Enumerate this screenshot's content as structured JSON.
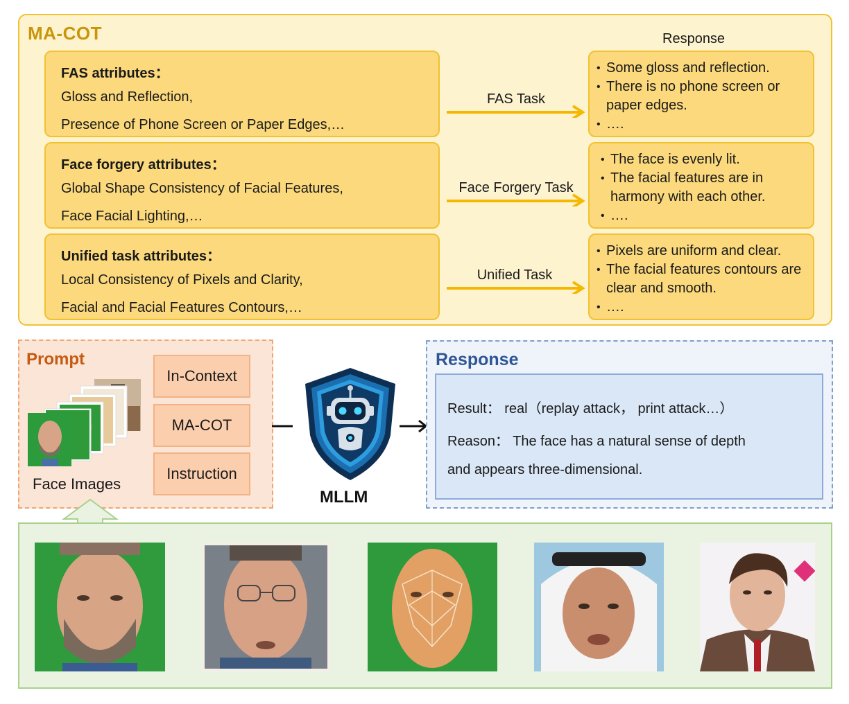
{
  "macot": {
    "title": "MA-COT",
    "response_header": "Response",
    "rows": [
      {
        "attr_title": "FAS attributes：",
        "attr_lines": [
          "Gloss and Reflection,",
          "Presence of Phone Screen or Paper Edges,…"
        ],
        "task": "FAS Task",
        "response_items": [
          "Some gloss and reflection.",
          "There is no phone screen or paper edges.",
          "…."
        ]
      },
      {
        "attr_title": "Face forgery attributes：",
        "attr_lines": [
          "Global Shape Consistency of Facial Features,",
          "Face Facial Lighting,…"
        ],
        "task": "Face Forgery Task",
        "response_items": [
          "The face is evenly lit.",
          "The facial features are in harmony with each other.",
          "…."
        ]
      },
      {
        "attr_title": "Unified task attributes：",
        "attr_lines": [
          "Local Consistency of Pixels and Clarity,",
          "Facial and Facial Features Contours,…"
        ],
        "task": "Unified Task",
        "response_items": [
          "Pixels are uniform  and clear.",
          "The facial features contours are clear and smooth.",
          "…."
        ]
      }
    ]
  },
  "prompt": {
    "title": "Prompt",
    "buttons": [
      "In-Context",
      "MA-COT",
      "Instruction"
    ],
    "images_label": "Face Images"
  },
  "model": {
    "label": "MLLM"
  },
  "response": {
    "title": "Response",
    "lines": [
      "Result： real（replay attack， print attack…）",
      "Reason： The face has a natural sense of depth",
      "and appears three-dimensional."
    ]
  },
  "colors": {
    "macot_fill": "#fef3cf",
    "macot_border": "#f0c232",
    "macot_title": "#c9960a",
    "arrow": "#f5b800",
    "prompt_fill": "#fbe5d6",
    "prompt_title": "#c55a11",
    "response_fill": "#eef4fa",
    "response_title": "#2f5597",
    "strip_fill": "#eaf3e2",
    "strip_border": "#a9d18e"
  }
}
